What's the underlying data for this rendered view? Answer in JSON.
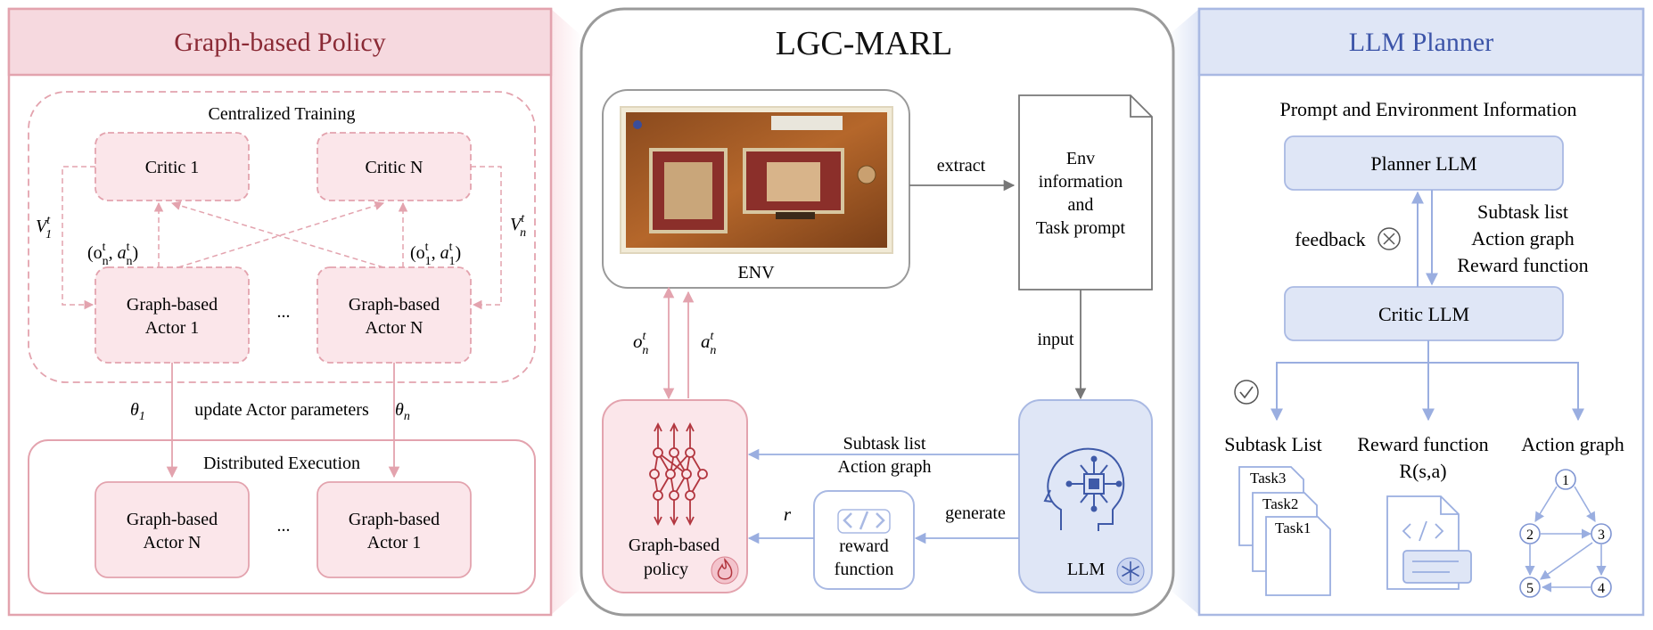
{
  "left_panel": {
    "title": "Graph-based Policy",
    "centralized": {
      "label": "Centralized Training",
      "critic_1": "Critic 1",
      "critic_n": "Critic N",
      "actor_1": [
        "Graph-based",
        "Actor 1"
      ],
      "actor_n": [
        "Graph-based",
        "Actor N"
      ],
      "ellipsis": "...",
      "v1": "V",
      "v1_sup": "t",
      "v1_sub": "1",
      "vn": "V",
      "vn_sup": "t",
      "vn_sub": "n",
      "oa_n": "(o",
      "oa_1": "(o"
    },
    "update_label": "update Actor parameters",
    "theta_1": "θ",
    "theta_1_sub": "1",
    "theta_n": "θ",
    "theta_n_sub": "n",
    "distributed": {
      "label": "Distributed Execution",
      "actor_left": [
        "Graph-based",
        "Actor N"
      ],
      "actor_right": [
        "Graph-based",
        "Actor 1"
      ],
      "ellipsis": "..."
    }
  },
  "center_panel": {
    "title": "LGC-MARL",
    "env_label": "ENV",
    "extract_label": "extract",
    "doc_lines": [
      "Env",
      "information",
      "and",
      "Task prompt"
    ],
    "input_label": "input",
    "obs": "o",
    "act": "a",
    "policy_label": [
      "Graph-based",
      "policy"
    ],
    "subtask_arrow": [
      "Subtask list",
      "Action graph"
    ],
    "generate_label": "generate",
    "reward_label": [
      "reward",
      "function"
    ],
    "r_label": "r",
    "llm_label": "LLM"
  },
  "right_panel": {
    "title": "LLM Planner",
    "prompt_label": "Prompt and Environment Information",
    "planner_llm": "Planner LLM",
    "critic_llm": "Critic LLM",
    "feedback_label": "feedback",
    "outputs_stack": [
      "Subtask list",
      "Action graph",
      "Reward function"
    ],
    "subtask_list_title": "Subtask List",
    "reward_function_title": "Reward function",
    "reward_function_formula": "R(s,a)",
    "action_graph_title": "Action graph",
    "tasks": [
      "Task3",
      "Task2",
      "Task1"
    ],
    "graph_nodes": [
      "1",
      "2",
      "3",
      "4",
      "5"
    ]
  },
  "colors": {
    "pink_border": "#e3a3ae",
    "pink_fill": "#fbe6ea",
    "pink_title_bg": "#f6d9df",
    "pink_title_text": "#8a2a35",
    "blue_border": "#a9b9e3",
    "blue_fill": "#dfe6f6",
    "blue_title_text": "#3c54a8",
    "gray": "#8a8a8a"
  }
}
